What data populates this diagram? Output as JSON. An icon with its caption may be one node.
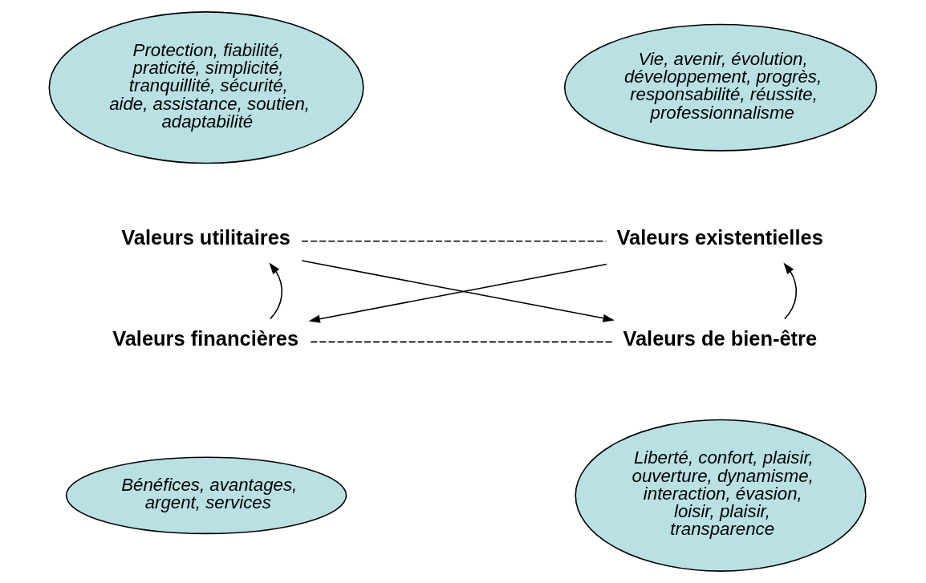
{
  "diagram": {
    "nodes": [
      {
        "text": [
          "Protection, fiabilité, praticité, simplicité, tranquillité, sécurité, aide, assistance, soutien, adaptabilité"
        ]
      },
      {
        "text": [
          "Vie, avenir, évolution, développement, progrès, responsabilité, réussite, professionnalisme"
        ]
      },
      {
        "text": [
          "Valeurs utilitaires"
        ]
      },
      {
        "text": [
          "Valeurs existentielles"
        ]
      },
      {
        "text": [
          "Valeurs financières"
        ]
      },
      {
        "text": [
          "Valeurs de bien-être"
        ]
      },
      {
        "text": [
          "Bénéfices, avantages, argent, services"
        ]
      },
      {
        "text": [
          "Liberté, confort, plaisir, ouverture, dynamisme, interaction, évasion, loisir, plaisir, transparence"
        ]
      }
    ],
    "edges": [
      {
        "from": 2,
        "to": 3,
        "arrow": "none",
        "style": "dashed"
      },
      {
        "from": 4,
        "to": 2,
        "arrow": "to"
      },
      {
        "from": 5,
        "to": 3,
        "arrow": "to"
      },
      {
        "from": 2,
        "to": 5,
        "arrow": "to"
      },
      {
        "from": 3,
        "to": 4,
        "arrow": "to"
      },
      {
        "from": 4,
        "to": 5,
        "arrow": "none",
        "style": "dashed"
      }
    ]
  }
}
